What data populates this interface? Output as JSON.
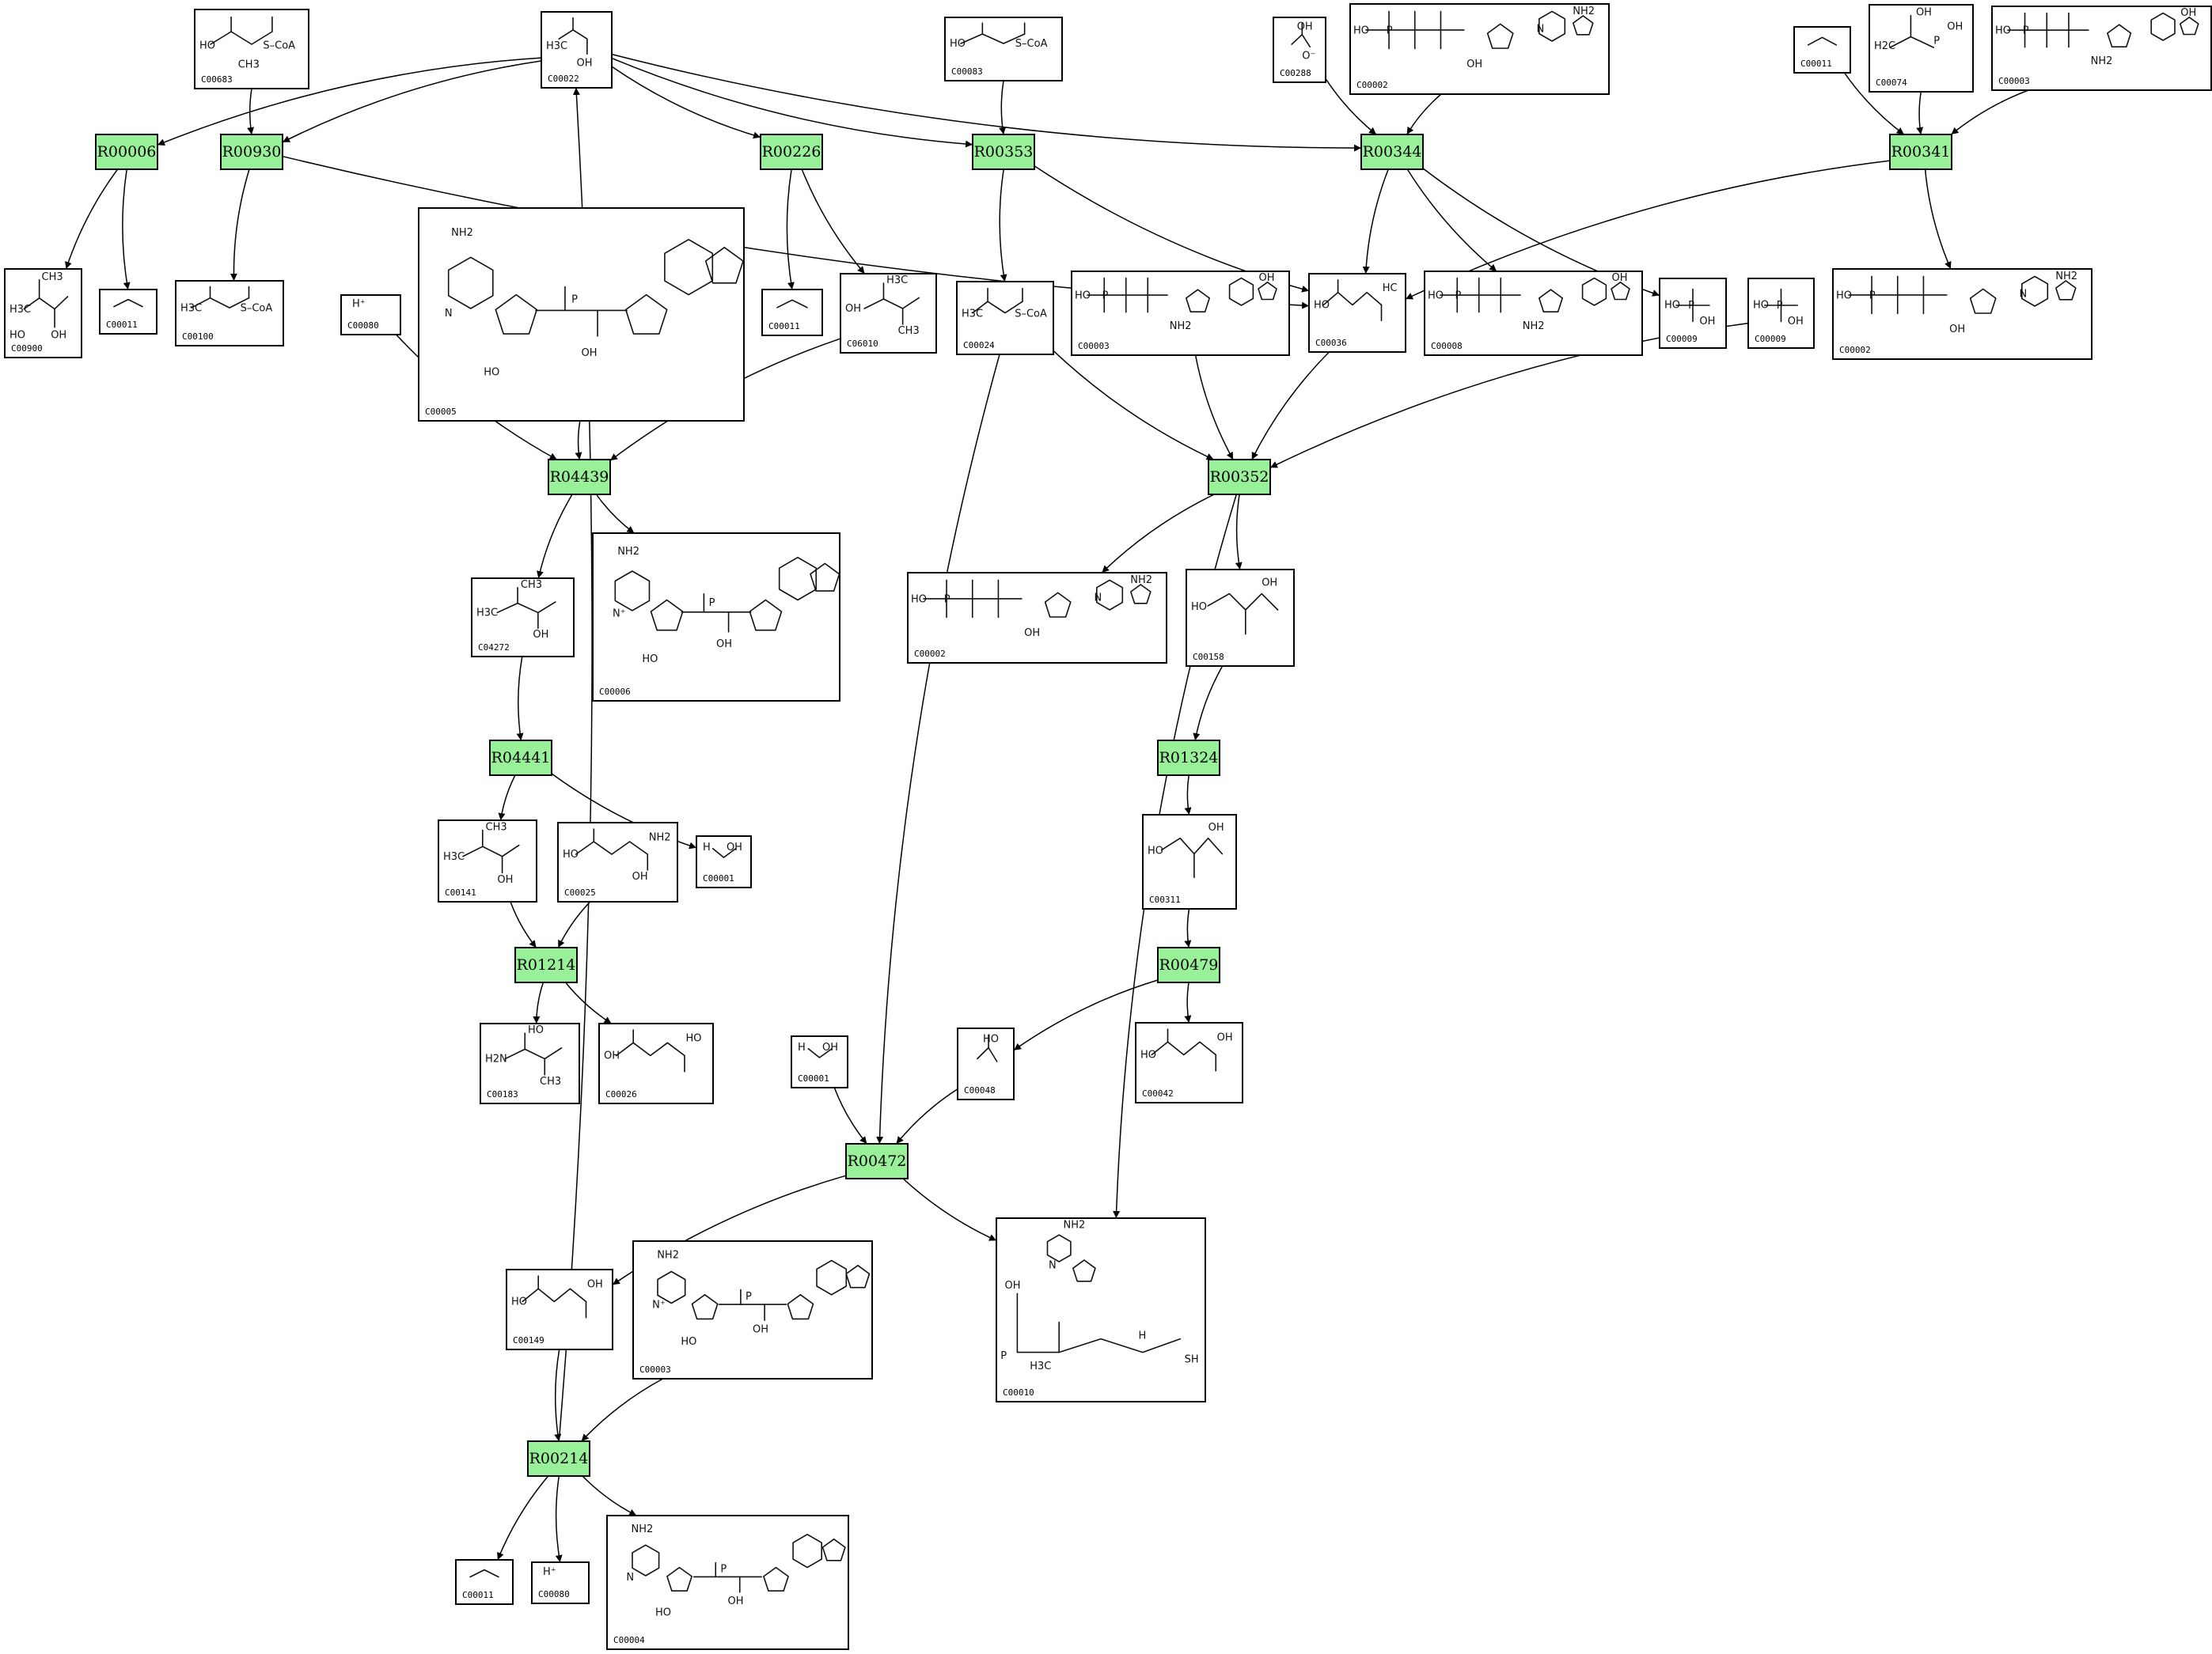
{
  "reactions": [
    {
      "id": "R00006"
    },
    {
      "id": "R00930"
    },
    {
      "id": "R00226"
    },
    {
      "id": "R00353"
    },
    {
      "id": "R00344"
    },
    {
      "id": "R00341"
    },
    {
      "id": "R04439"
    },
    {
      "id": "R00352"
    },
    {
      "id": "R04441"
    },
    {
      "id": "R01324"
    },
    {
      "id": "R01214"
    },
    {
      "id": "R00479"
    },
    {
      "id": "R00472"
    },
    {
      "id": "R00214"
    }
  ],
  "compounds": [
    {
      "key": "C00683",
      "id": "C00683",
      "atoms": [
        "HO",
        "S–CoA",
        "CH3"
      ]
    },
    {
      "key": "C00022",
      "id": "C00022",
      "atoms": [
        "H3C",
        "OH"
      ]
    },
    {
      "key": "C00083",
      "id": "C00083",
      "atoms": [
        "HO",
        "S–CoA"
      ]
    },
    {
      "key": "C00288",
      "id": "C00288",
      "atoms": [
        "OH",
        "O⁻"
      ]
    },
    {
      "key": "C00002_top",
      "id": "C00002",
      "atoms": [
        "HO",
        "P",
        "OH",
        "NH2",
        "N"
      ]
    },
    {
      "key": "C00011_top",
      "id": "C00011",
      "atoms": []
    },
    {
      "key": "C00074",
      "id": "C00074",
      "atoms": [
        "OH",
        "H2C",
        "P",
        "OH"
      ]
    },
    {
      "key": "C00003_top",
      "id": "C00003",
      "atoms": [
        "HO",
        "P",
        "NH2",
        "OH"
      ]
    },
    {
      "key": "C00900",
      "id": "C00900",
      "atoms": [
        "CH3",
        "H3C",
        "OH",
        "HO"
      ]
    },
    {
      "key": "C00011_a",
      "id": "C00011",
      "atoms": []
    },
    {
      "key": "C00100",
      "id": "C00100",
      "atoms": [
        "H3C",
        "S–CoA"
      ]
    },
    {
      "key": "C00080_a",
      "id": "C00080",
      "atoms": [
        "H⁺"
      ]
    },
    {
      "key": "C00005",
      "id": "C00005",
      "atoms": [
        "NH2",
        "N",
        "P",
        "OH",
        "HO"
      ]
    },
    {
      "key": "C00011_b",
      "id": "C00011",
      "atoms": []
    },
    {
      "key": "C06010",
      "id": "C06010",
      "atoms": [
        "H3C",
        "OH",
        "CH3"
      ]
    },
    {
      "key": "C00024",
      "id": "C00024",
      "atoms": [
        "H3C",
        "S–CoA"
      ]
    },
    {
      "key": "C00003_mid",
      "id": "C00003",
      "atoms": [
        "HO",
        "P",
        "NH2",
        "OH"
      ]
    },
    {
      "key": "C00036",
      "id": "C00036",
      "atoms": [
        "HO",
        "HC"
      ]
    },
    {
      "key": "C00008",
      "id": "C00008",
      "atoms": [
        "HO",
        "P",
        "NH2",
        "OH"
      ]
    },
    {
      "key": "C00009_a",
      "id": "C00009",
      "atoms": [
        "HO",
        "P",
        "OH"
      ]
    },
    {
      "key": "C00009_b",
      "id": "C00009",
      "atoms": [
        "HO",
        "P",
        "OH"
      ]
    },
    {
      "key": "C00002_r",
      "id": "C00002",
      "atoms": [
        "HO",
        "P",
        "OH",
        "NH2",
        "N"
      ]
    },
    {
      "key": "C04272",
      "id": "C04272",
      "atoms": [
        "CH3",
        "H3C",
        "OH"
      ]
    },
    {
      "key": "C00006",
      "id": "C00006",
      "atoms": [
        "NH2",
        "N⁺",
        "P",
        "OH",
        "HO"
      ]
    },
    {
      "key": "C00002_m",
      "id": "C00002",
      "atoms": [
        "HO",
        "P",
        "OH",
        "NH2",
        "N"
      ]
    },
    {
      "key": "C00158",
      "id": "C00158",
      "atoms": [
        "HO",
        "OH"
      ]
    },
    {
      "key": "C00141",
      "id": "C00141",
      "atoms": [
        "CH3",
        "H3C",
        "OH"
      ]
    },
    {
      "key": "C00025",
      "id": "C00025",
      "atoms": [
        "HO",
        "NH2",
        "OH"
      ]
    },
    {
      "key": "C00001_a",
      "id": "C00001",
      "atoms": [
        "H",
        "OH"
      ]
    },
    {
      "key": "C00311",
      "id": "C00311",
      "atoms": [
        "HO",
        "OH"
      ]
    },
    {
      "key": "C00183",
      "id": "C00183",
      "atoms": [
        "HO",
        "H2N",
        "CH3"
      ]
    },
    {
      "key": "C00026",
      "id": "C00026",
      "atoms": [
        "OH",
        "HO"
      ]
    },
    {
      "key": "C00001_b",
      "id": "C00001",
      "atoms": [
        "H",
        "OH"
      ]
    },
    {
      "key": "C00048",
      "id": "C00048",
      "atoms": [
        "HO"
      ]
    },
    {
      "key": "C00042",
      "id": "C00042",
      "atoms": [
        "HO",
        "OH"
      ]
    },
    {
      "key": "C00149",
      "id": "C00149",
      "atoms": [
        "HO",
        "OH"
      ]
    },
    {
      "key": "C00003_low",
      "id": "C00003",
      "atoms": [
        "NH2",
        "N⁺",
        "P",
        "OH",
        "HO"
      ]
    },
    {
      "key": "C00010",
      "id": "C00010",
      "atoms": [
        "NH2",
        "N",
        "OH",
        "P",
        "H3C",
        "SH",
        "H"
      ]
    },
    {
      "key": "C00011_c",
      "id": "C00011",
      "atoms": []
    },
    {
      "key": "C00080_b",
      "id": "C00080",
      "atoms": [
        "H⁺"
      ]
    },
    {
      "key": "C00004",
      "id": "C00004",
      "atoms": [
        "NH2",
        "N",
        "P",
        "OH",
        "HO"
      ]
    }
  ]
}
